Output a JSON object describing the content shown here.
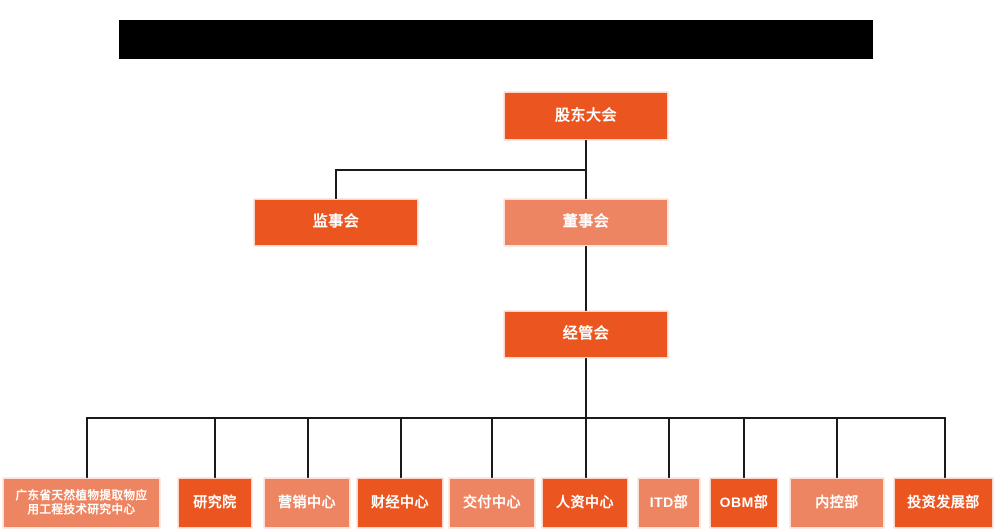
{
  "banner": {
    "name": "redacted-title-banner",
    "text": "",
    "color": "#000000"
  },
  "theme": {
    "background": "#ffffff",
    "dark_orange": "#EA5520",
    "light_orange": "#EE8562",
    "line_color": "#1a1a1a",
    "text_color": "#ffffff"
  },
  "chart": {
    "type": "org-chart",
    "levels": [
      {
        "level": 1,
        "nodes": [
          {
            "id": "shareholders",
            "label": "股东大会",
            "tone": "dark"
          }
        ]
      },
      {
        "level": 2,
        "nodes": [
          {
            "id": "supervisors",
            "label": "监事会",
            "tone": "dark"
          },
          {
            "id": "directors",
            "label": "董事会",
            "tone": "light"
          }
        ]
      },
      {
        "level": 3,
        "nodes": [
          {
            "id": "management",
            "label": "经管会",
            "tone": "dark"
          }
        ]
      },
      {
        "level": 4,
        "nodes": [
          {
            "id": "research-center",
            "label": "广东省天然植物提取物应用工程技术研究中心",
            "label_line1": "广东省天然植物提取物应",
            "label_line2": "用工程技术研究中心",
            "tone": "light"
          },
          {
            "id": "institute",
            "label": "研究院",
            "tone": "dark"
          },
          {
            "id": "marketing",
            "label": "营销中心",
            "tone": "light"
          },
          {
            "id": "finance",
            "label": "财经中心",
            "tone": "dark"
          },
          {
            "id": "delivery",
            "label": "交付中心",
            "tone": "light"
          },
          {
            "id": "hr",
            "label": "人资中心",
            "tone": "dark"
          },
          {
            "id": "itd",
            "label": "ITD部",
            "tone": "light"
          },
          {
            "id": "obm",
            "label": "OBM部",
            "tone": "dark"
          },
          {
            "id": "internal-control",
            "label": "内控部",
            "tone": "light"
          },
          {
            "id": "investment",
            "label": "投资发展部",
            "tone": "dark"
          }
        ]
      }
    ],
    "edges": [
      {
        "from": "shareholders",
        "to": "supervisors"
      },
      {
        "from": "shareholders",
        "to": "directors"
      },
      {
        "from": "directors",
        "to": "management"
      },
      {
        "from": "management",
        "to": "research-center"
      },
      {
        "from": "management",
        "to": "institute"
      },
      {
        "from": "management",
        "to": "marketing"
      },
      {
        "from": "management",
        "to": "finance"
      },
      {
        "from": "management",
        "to": "delivery"
      },
      {
        "from": "management",
        "to": "hr"
      },
      {
        "from": "management",
        "to": "itd"
      },
      {
        "from": "management",
        "to": "obm"
      },
      {
        "from": "management",
        "to": "internal-control"
      },
      {
        "from": "management",
        "to": "investment"
      }
    ]
  }
}
